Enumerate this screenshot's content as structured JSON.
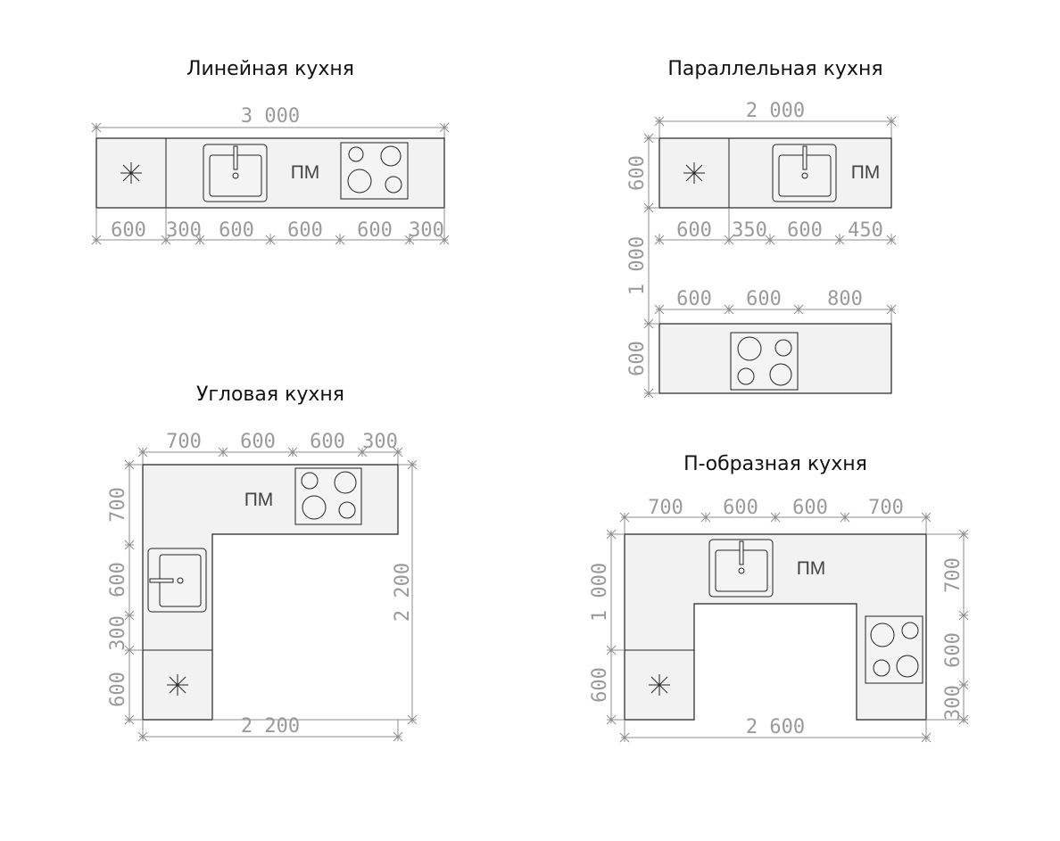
{
  "linear": {
    "title": "Линейная кухня",
    "total": "3 000",
    "segments": [
      "600",
      "300",
      "600",
      "600",
      "600",
      "300"
    ],
    "pm": "ПМ"
  },
  "parallel": {
    "title": "Параллельная кухня",
    "total": "2 000",
    "top_segments": [
      "600",
      "350",
      "600",
      "450"
    ],
    "bottom_segments": [
      "600",
      "600",
      "800"
    ],
    "depth_top": "600",
    "gap": "1 000",
    "depth_bottom": "600",
    "pm": "ПМ"
  },
  "corner": {
    "title": "Угловая кухня",
    "top_segments": [
      "700",
      "600",
      "600",
      "300"
    ],
    "left_segments": [
      "700",
      "600",
      "300",
      "600"
    ],
    "right": "2 200",
    "bottom": "2 200",
    "pm": "ПМ"
  },
  "u_shape": {
    "title": "П-образная кухня",
    "top_segments": [
      "700",
      "600",
      "600",
      "700"
    ],
    "left_segments": [
      "1 000",
      "600"
    ],
    "right_segments": [
      "700",
      "600",
      "300"
    ],
    "bottom": "2 600",
    "pm": "ПМ"
  }
}
